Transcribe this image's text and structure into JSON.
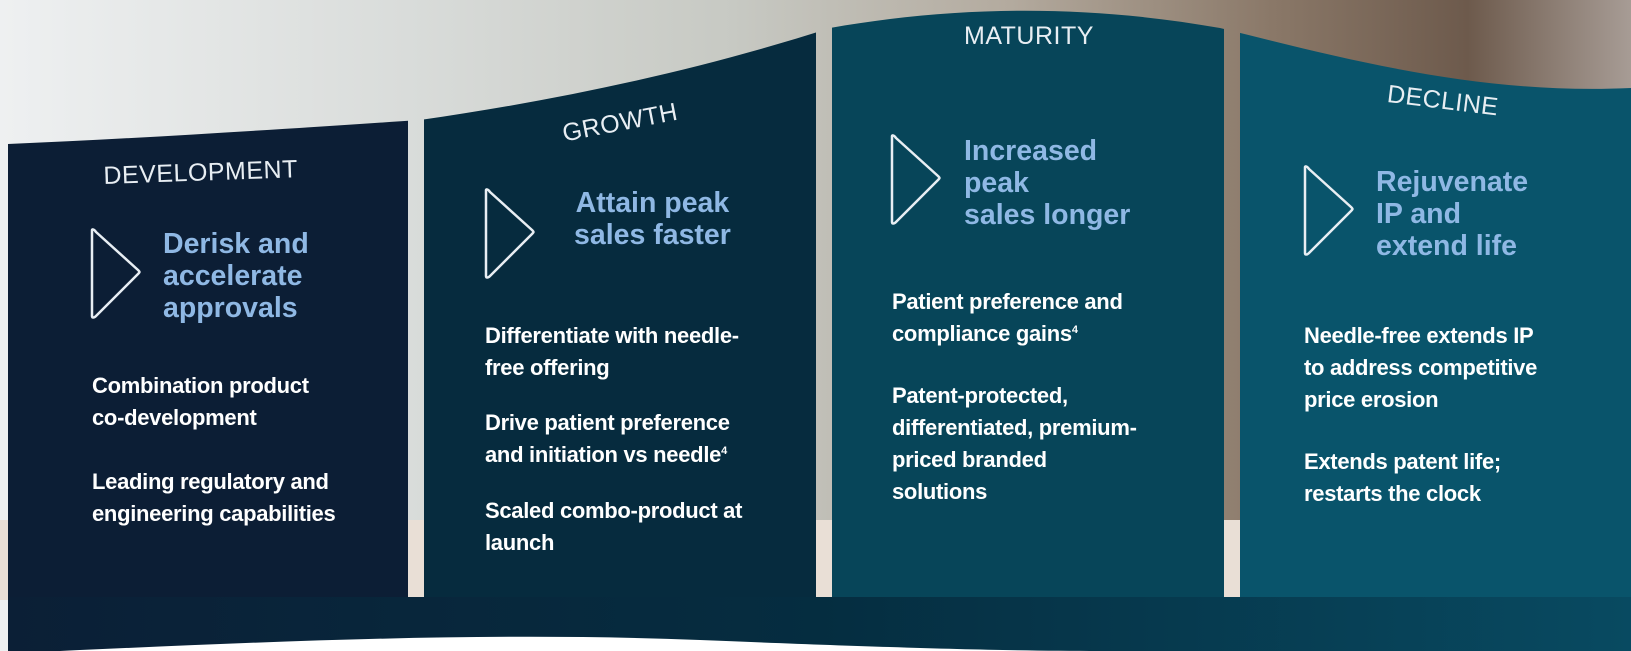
{
  "colors": {
    "development": "#0c1e35",
    "growth": "#062b3e",
    "maturity": "#074559",
    "decline": "#09546b",
    "headline": "#8fb8e4",
    "body_text": "#ffffff",
    "footer_band": "#07354a"
  },
  "stages": [
    {
      "label": "DEVELOPMENT",
      "icon": "chevron-right-icon",
      "headline": "Derisk and\naccelerate\napprovals",
      "points": [
        {
          "text": "Combination product\nco-development",
          "sup": ""
        },
        {
          "text": "Leading regulatory and\nengineering capabilities",
          "sup": ""
        }
      ]
    },
    {
      "label": "GROWTH",
      "icon": "chevron-right-icon",
      "headline": "Attain peak\nsales faster",
      "points": [
        {
          "text": "Differentiate with needle-\nfree offering",
          "sup": ""
        },
        {
          "text": "Drive patient preference\nand initiation vs needle",
          "sup": "4"
        },
        {
          "text": "Scaled combo-product at\nlaunch",
          "sup": ""
        }
      ]
    },
    {
      "label": "MATURITY",
      "icon": "chevron-right-icon",
      "headline": "Increased\npeak\nsales longer",
      "points": [
        {
          "text": "Patient preference and\ncompliance gains",
          "sup": "4"
        },
        {
          "text": "Patent-protected,\ndifferentiated, premium-\npriced branded\nsolutions",
          "sup": ""
        }
      ]
    },
    {
      "label": "DECLINE",
      "icon": "chevron-right-icon",
      "headline": "Rejuvenate\nIP and\nextend life",
      "points": [
        {
          "text": "Needle-free extends IP\nto address competitive\nprice erosion",
          "sup": ""
        },
        {
          "text": "Extends patent life;\nrestarts the clock",
          "sup": ""
        }
      ]
    }
  ]
}
